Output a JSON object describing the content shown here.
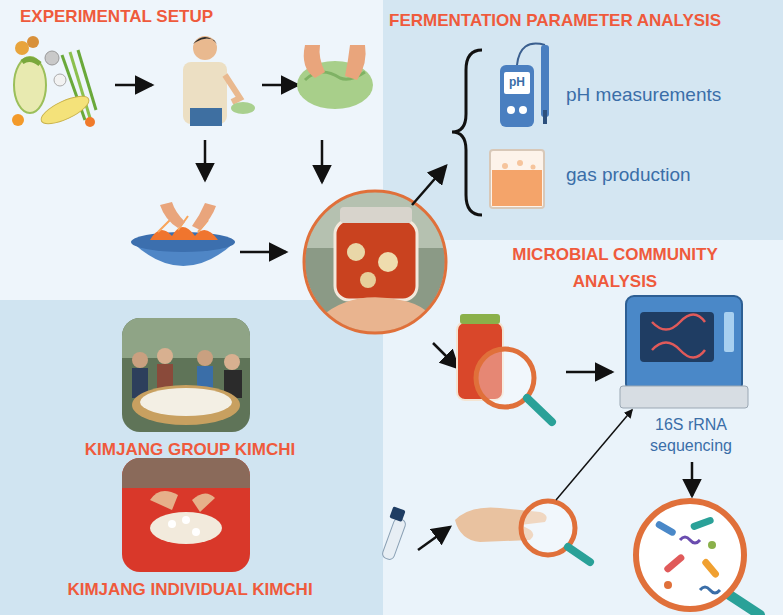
{
  "diagram": {
    "nodes": [
      {
        "text": [
          "EXPERIMENTAL SETUP"
        ]
      },
      {
        "text": [
          "FERMENTATION PARAMETER ANALYSIS"
        ]
      },
      {
        "text": [
          "KIMJANG GROUP KIMCHI"
        ]
      },
      {
        "text": [
          "KIMJANG INDIVIDUAL KIMCHI"
        ]
      }
    ],
    "labels": [
      "pH",
      "pH measurements",
      "gas production",
      "MICROBIAL COMMUNITY ANALYSIS",
      "16S rRNA sequencing"
    ]
  }
}
